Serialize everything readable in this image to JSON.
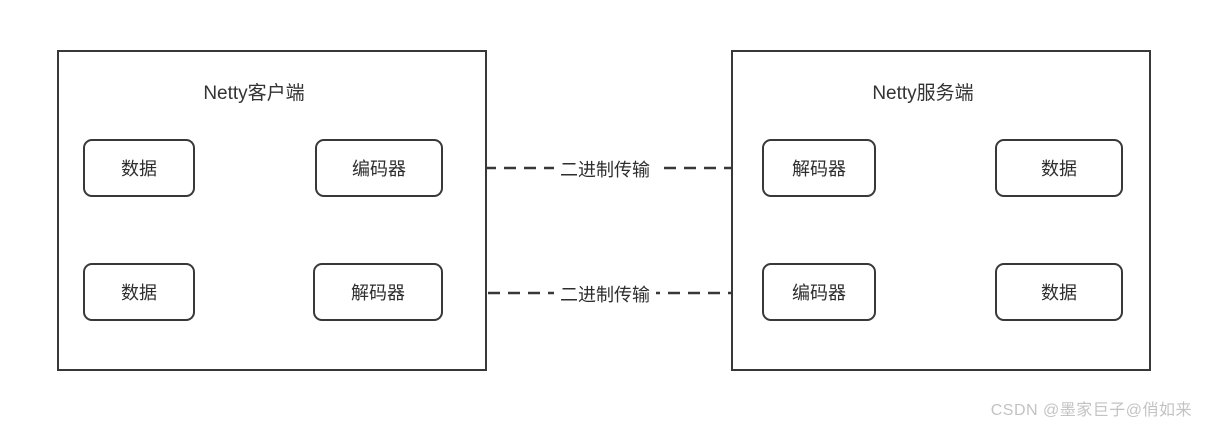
{
  "client": {
    "title": "Netty客户端",
    "nodes": {
      "data_top": "数据",
      "encoder": "编码器",
      "data_bottom": "数据",
      "decoder": "解码器"
    }
  },
  "server": {
    "title": "Netty服务端",
    "nodes": {
      "decoder": "解码器",
      "data_top": "数据",
      "encoder": "编码器",
      "data_bottom": "数据"
    }
  },
  "links": {
    "request_label": "二进制传输",
    "response_label": "二进制传输"
  },
  "watermark": "CSDN @墨家巨子@俏如来",
  "colors": {
    "stroke": "#383838",
    "text": "#2e2e2e",
    "watermark": "#c3c3c3",
    "background": "#ffffff"
  }
}
